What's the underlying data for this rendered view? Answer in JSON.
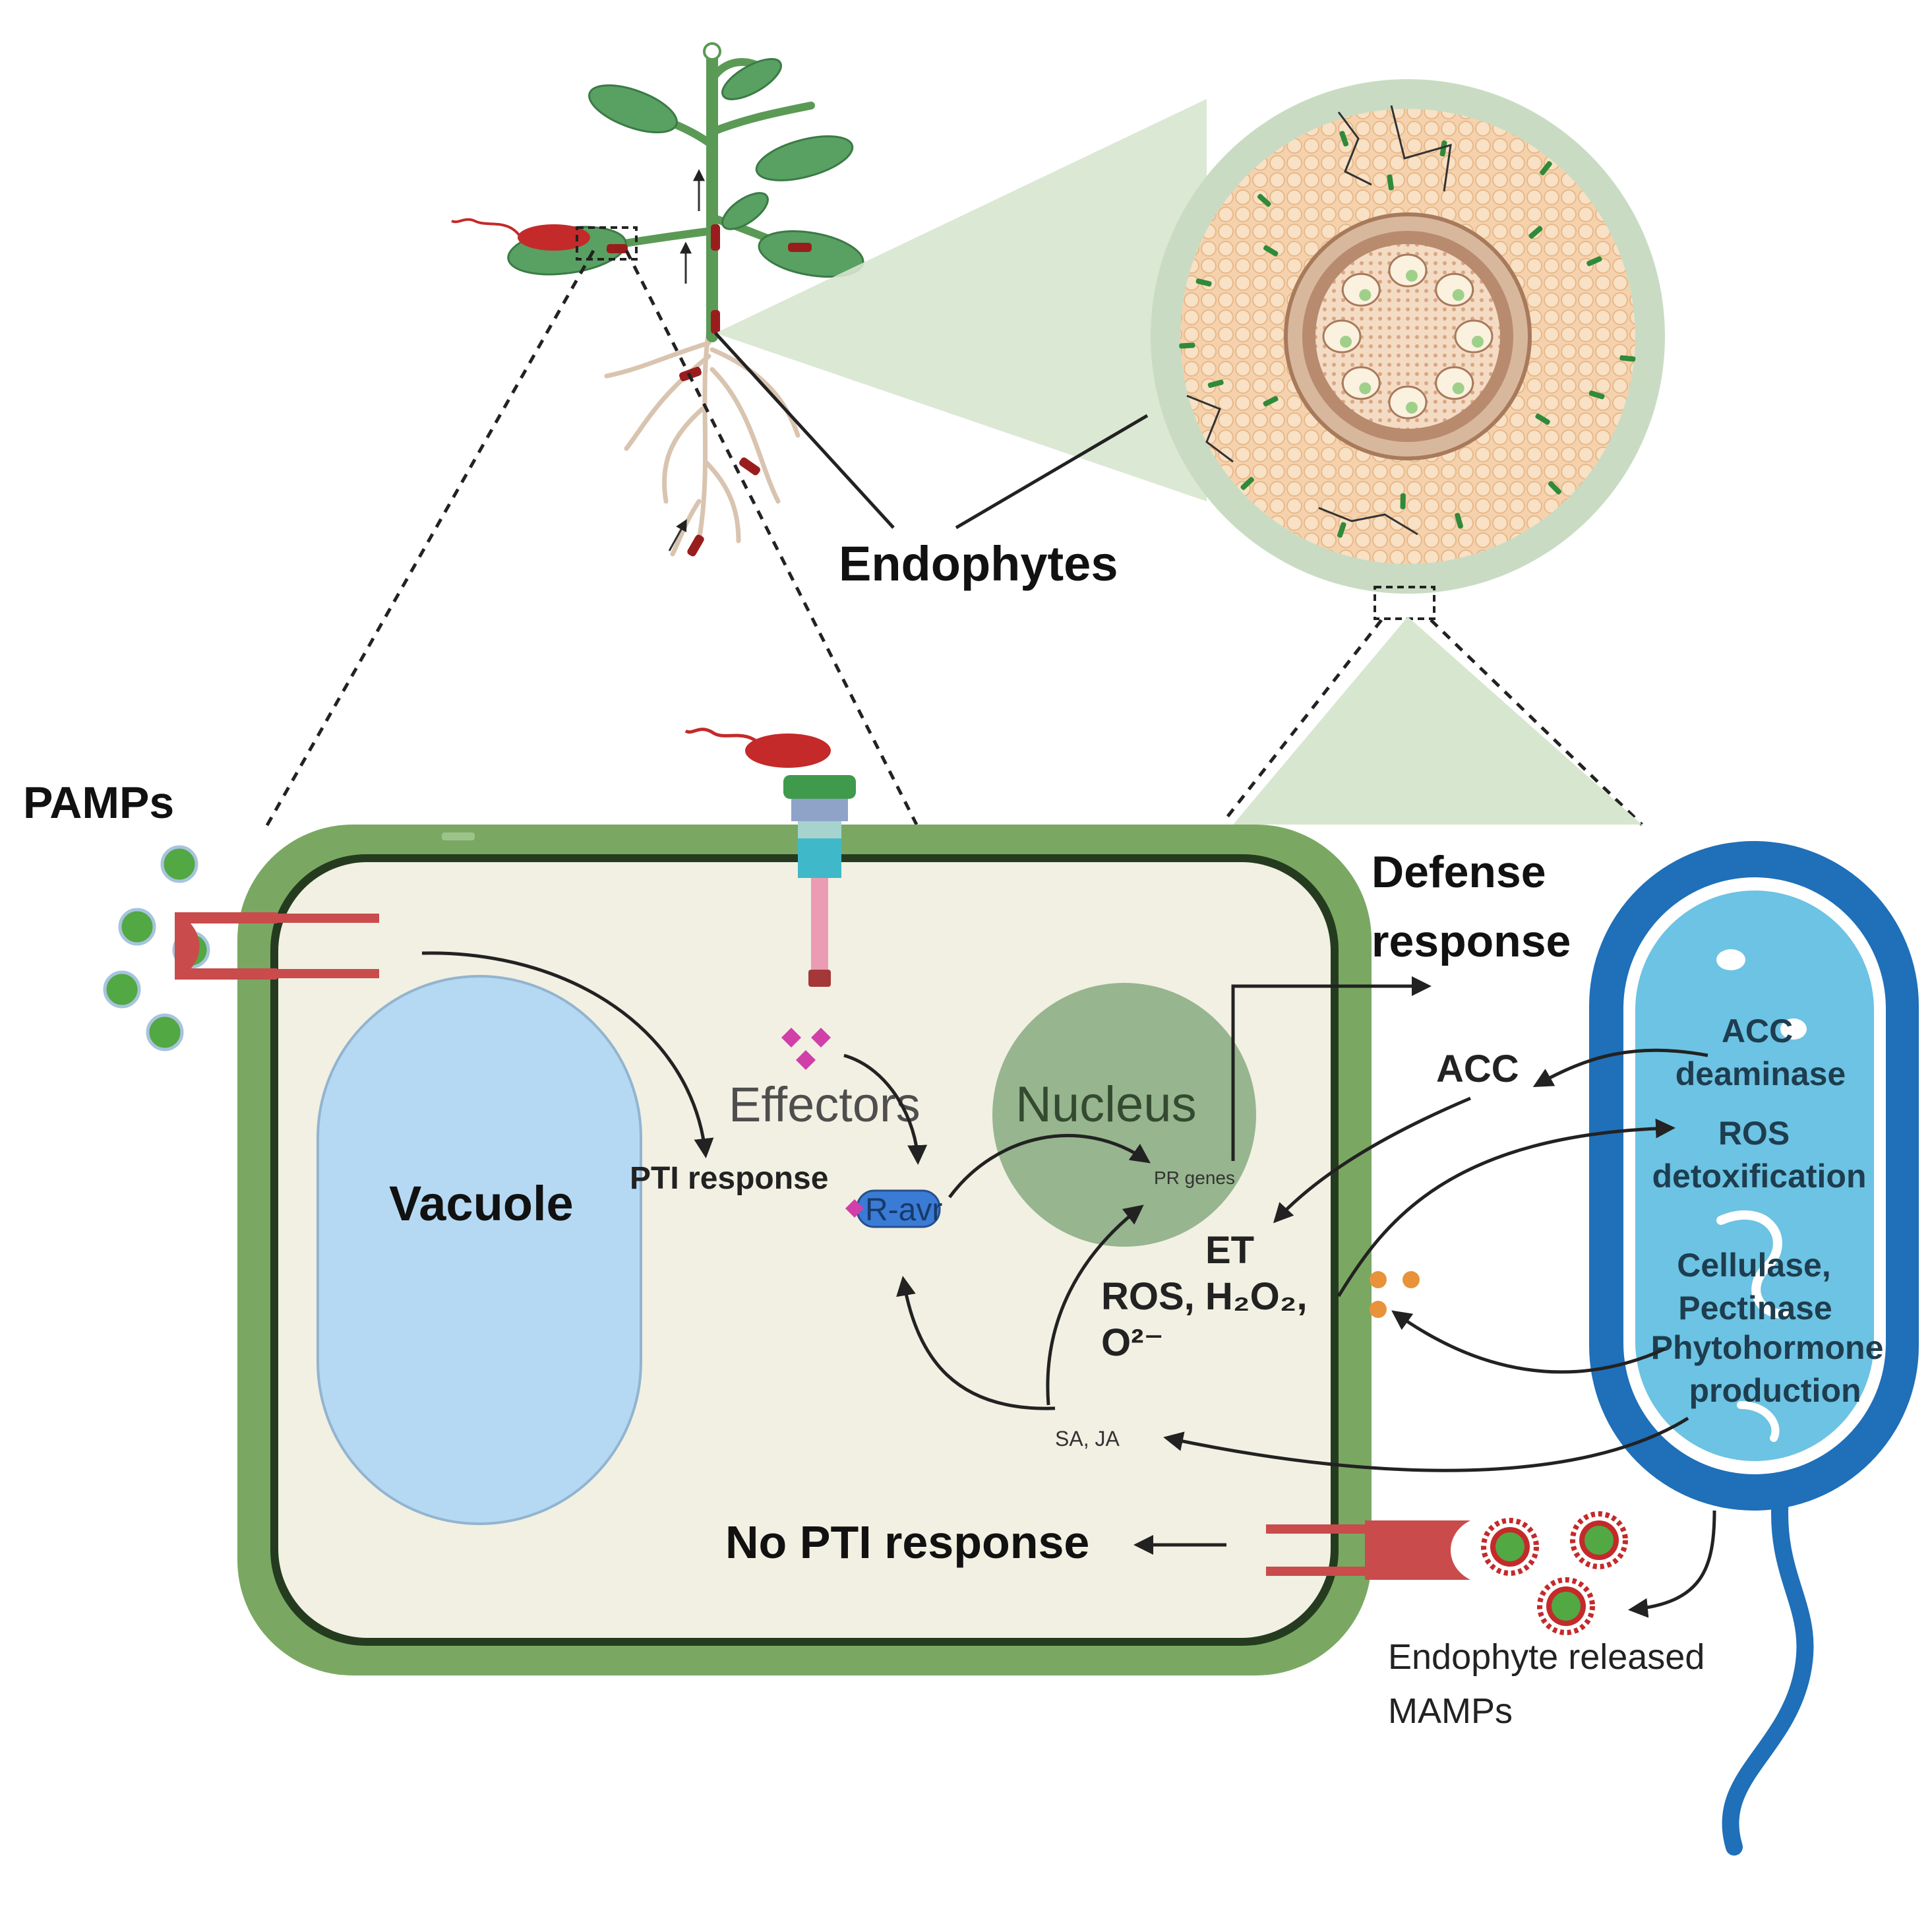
{
  "labels": {
    "endophytes": "Endophytes",
    "pamps": "PAMPs",
    "defense_line1": "Defense",
    "defense_line2": "response",
    "vacuole": "Vacuole",
    "effectors": "Effectors",
    "nucleus": "Nucleus",
    "pti_response": "PTI response",
    "r_avr": "R-avr",
    "pr_genes": "PR genes",
    "acc": "ACC",
    "et": "ET",
    "ros_line1": "ROS, H₂O₂,",
    "ros_line2": "O²⁻",
    "sa_ja": "SA, JA",
    "no_pti": "No PTI response",
    "endophyte_mamps_line1": "Endophyte released",
    "endophyte_mamps_line2": "MAMPs"
  },
  "bacterium": {
    "acc_deaminase_line1": "ACC",
    "acc_deaminase_line2": "deaminase",
    "ros_detox_line1": "ROS",
    "ros_detox_line2": "detoxification",
    "cellulase_line1": "Cellulase,",
    "cellulase_line2": "Pectinase",
    "phyto_line1": "Phytohormone",
    "phyto_line2": "production"
  },
  "colors": {
    "cell_wall": "#7aa862",
    "cytoplasm": "#f1f0e2",
    "vacuole": "#b6d9f3",
    "nucleus": "#97b58e",
    "bacterium_outer": "#1f6fb9",
    "bacterium_inner": "#6cc3e3",
    "pathogen": "#c42a2a",
    "receptor": "#c94b4b",
    "pamp_dot": "#52a843",
    "effector": "#d13fa9",
    "cortex": "#f2c9a0",
    "halo": "#c9dcc3"
  }
}
